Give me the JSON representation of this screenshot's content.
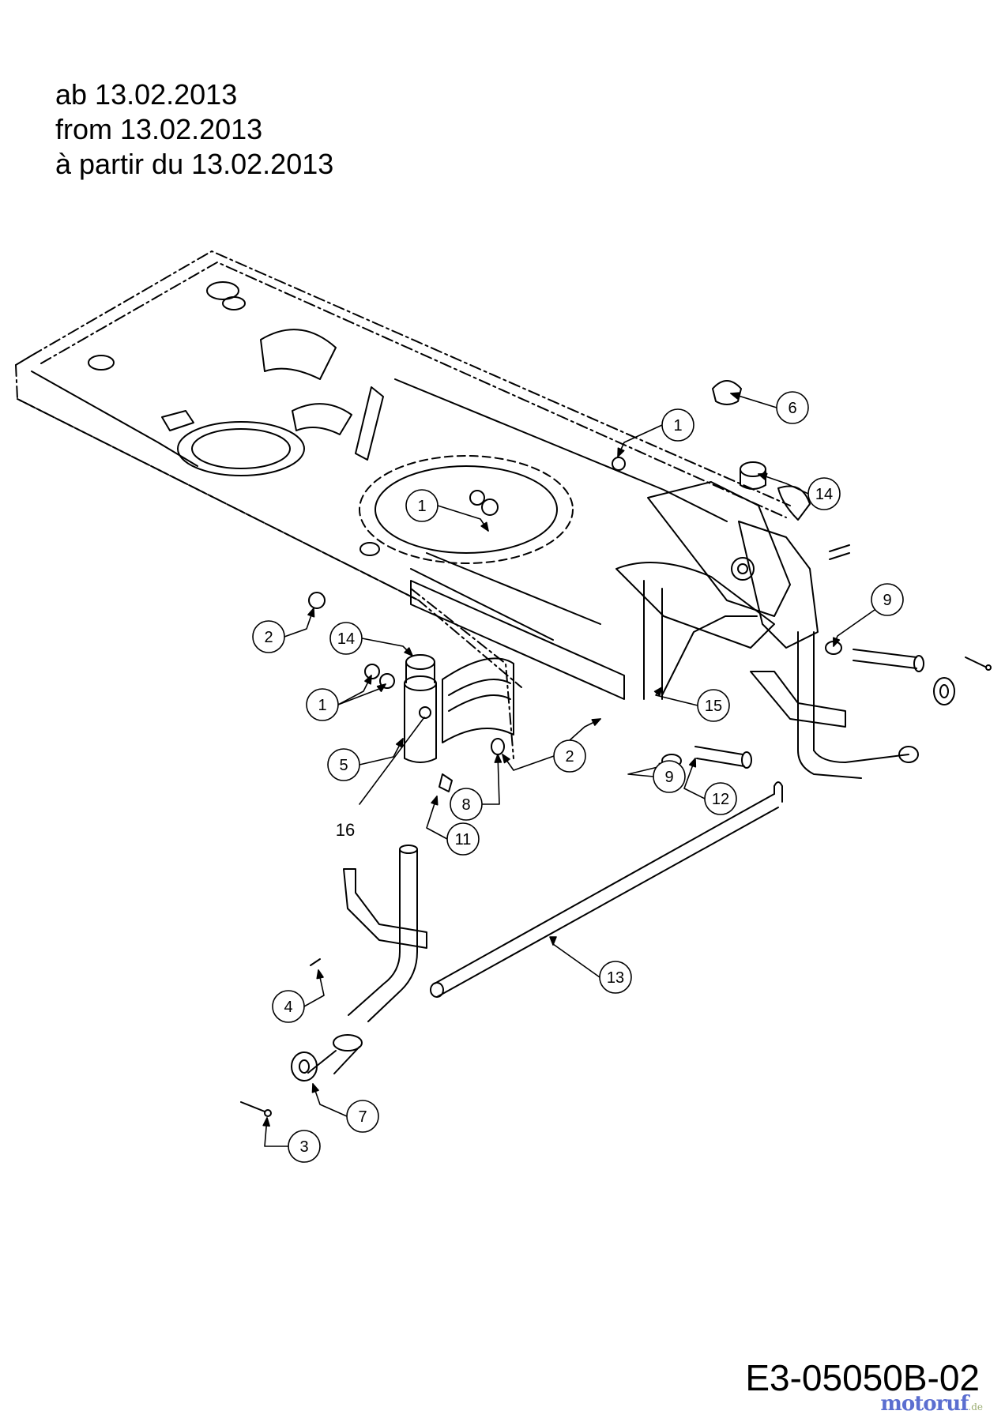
{
  "header": {
    "lines": [
      "ab 13.02.2013",
      "from 13.02.2013",
      "à partir du 13.02.2013"
    ]
  },
  "footer": {
    "drawing_code": "E3-05050B-02",
    "watermark": "motoruf",
    "watermark_tld": ".de"
  },
  "callouts": [
    {
      "id": "c1a",
      "label": "1"
    },
    {
      "id": "c6",
      "label": "6"
    },
    {
      "id": "c14a",
      "label": "14"
    },
    {
      "id": "c1b",
      "label": "1"
    },
    {
      "id": "c9a",
      "label": "9"
    },
    {
      "id": "c2a",
      "label": "2"
    },
    {
      "id": "c14b",
      "label": "14"
    },
    {
      "id": "c1c",
      "label": "1"
    },
    {
      "id": "c15",
      "label": "15"
    },
    {
      "id": "c5",
      "label": "5"
    },
    {
      "id": "c2b",
      "label": "2"
    },
    {
      "id": "c9b",
      "label": "9"
    },
    {
      "id": "c8",
      "label": "8"
    },
    {
      "id": "c12",
      "label": "12"
    },
    {
      "id": "c11",
      "label": "11"
    },
    {
      "id": "c13",
      "label": "13"
    },
    {
      "id": "c4",
      "label": "4"
    },
    {
      "id": "c7",
      "label": "7"
    },
    {
      "id": "c3",
      "label": "3"
    }
  ],
  "plain_labels": [
    {
      "id": "l16",
      "label": "16"
    }
  ]
}
